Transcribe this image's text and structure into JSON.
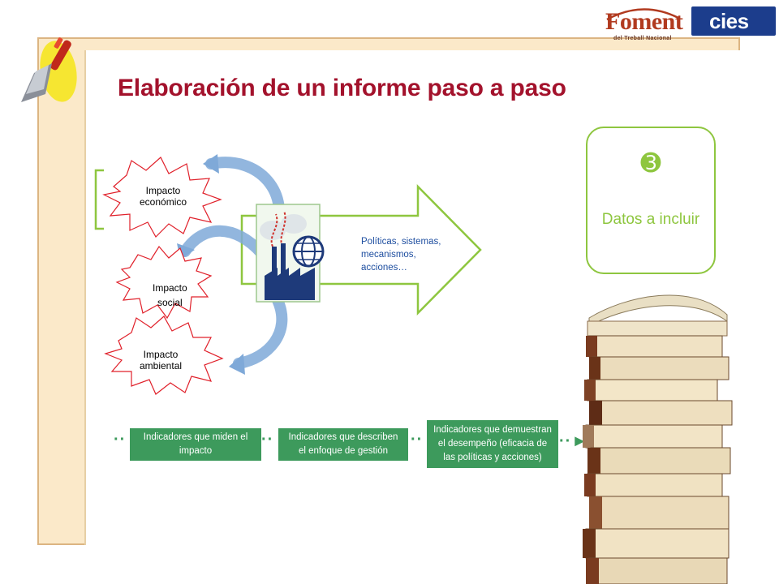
{
  "title": "Elaboración de un informe paso a paso",
  "logos": {
    "foment_main": "Foment",
    "foment_sub": "del Treball Nacional",
    "cies": "cies"
  },
  "step": {
    "number": "➌",
    "label": "Datos a incluir"
  },
  "impacts": [
    {
      "line1": "Impacto",
      "line2": "económico"
    },
    {
      "line1": "Impacto",
      "line2": "social"
    },
    {
      "line1": "Impacto",
      "line2": "ambiental"
    }
  ],
  "arrow_text": {
    "line1": "Políticas, sistemas,",
    "line2": "mecanismos,",
    "line3": "acciones…"
  },
  "indicators": [
    {
      "line1": "Indicadores que miden el",
      "line2": "impacto",
      "line3": ""
    },
    {
      "line1": "Indicadores que describen",
      "line2": "el enfoque de gestión",
      "line3": ""
    },
    {
      "line1": "Indicadores que demuestran",
      "line2": "el desempeño (eficacia de",
      "line3": "las políticas y acciones)"
    }
  ],
  "connectors": {
    "dots": "··",
    "end": "··►"
  },
  "colors": {
    "title": "#a3122c",
    "accent_green": "#8ec63f",
    "indicator_green": "#3d9a5c",
    "star_outline": "#e0202a",
    "frame_bg": "#fbe9c9",
    "cycle_arrow": "#7fa9d8"
  },
  "icons": {
    "trowel": "trowel-icon",
    "factory": "factory-globe-icon",
    "books": "books-stack-image"
  }
}
